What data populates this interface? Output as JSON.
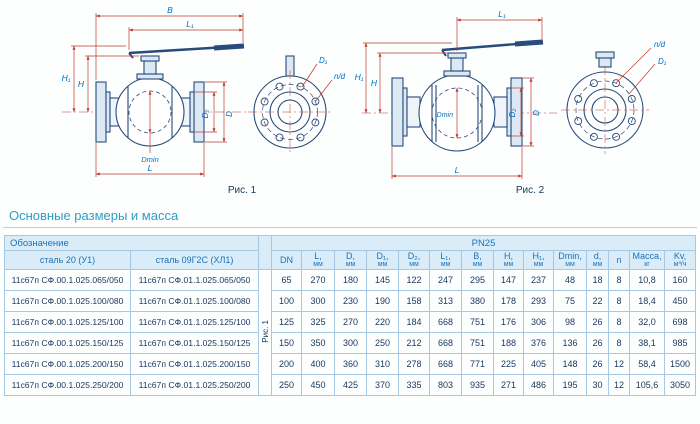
{
  "figures": {
    "fig1": {
      "caption": "Рис. 1",
      "labels": {
        "B": "B",
        "L1": "L₁",
        "H": "H",
        "H1": "H₁",
        "D2": "D₂",
        "D": "D",
        "Dmin": "Dmin",
        "L": "L",
        "D1": "D₁",
        "nd": "n/d"
      }
    },
    "fig2": {
      "caption": "Рис. 2",
      "labels": {
        "L1": "L₁",
        "H": "H",
        "H1": "H₁",
        "D2": "D₂",
        "D": "D",
        "Dmin": "Dmin",
        "L": "L",
        "D1": "D₁",
        "nd": "n/d"
      }
    }
  },
  "section": {
    "title": "Основные размеры и масса"
  },
  "table": {
    "designation_header": "Обозначение",
    "steel20_header": "сталь 20 (У1)",
    "steel09_header": "сталь 09Г2С (ХЛ1)",
    "pn_header": "PN25",
    "fig_label": "Рис. 1",
    "columns": [
      {
        "key": "dn",
        "label": "DN",
        "unit": ""
      },
      {
        "key": "l",
        "label": "L,",
        "unit": "мм"
      },
      {
        "key": "d",
        "label": "D,",
        "unit": "мм"
      },
      {
        "key": "d1",
        "label": "D₁,",
        "unit": "мм"
      },
      {
        "key": "d2",
        "label": "D₂,",
        "unit": "мм"
      },
      {
        "key": "l1",
        "label": "L₁,",
        "unit": "мм"
      },
      {
        "key": "b",
        "label": "B,",
        "unit": "мм"
      },
      {
        "key": "h",
        "label": "H,",
        "unit": "мм"
      },
      {
        "key": "h1",
        "label": "H₁,",
        "unit": "мм"
      },
      {
        "key": "dmin",
        "label": "Dmin,",
        "unit": "мм"
      },
      {
        "key": "bolt_d",
        "label": "d,",
        "unit": "мм"
      },
      {
        "key": "n",
        "label": "n",
        "unit": ""
      },
      {
        "key": "mass",
        "label": "Масса,",
        "unit": "кг"
      },
      {
        "key": "kv",
        "label": "Kv,",
        "unit": "м³/ч"
      }
    ],
    "rows": [
      {
        "steel20": "11с67п СФ.00.1.025.065/050",
        "steel09": "11с67п СФ.01.1.025.065/050",
        "values": [
          "65",
          "270",
          "180",
          "145",
          "122",
          "247",
          "295",
          "147",
          "237",
          "48",
          "18",
          "8",
          "10,8",
          "160"
        ]
      },
      {
        "steel20": "11с67п СФ.00.1.025.100/080",
        "steel09": "11с67п СФ.01.1.025.100/080",
        "values": [
          "100",
          "300",
          "230",
          "190",
          "158",
          "313",
          "380",
          "178",
          "293",
          "75",
          "22",
          "8",
          "18,4",
          "450"
        ]
      },
      {
        "steel20": "11с67п СФ.00.1.025.125/100",
        "steel09": "11с67п СФ.01.1.025.125/100",
        "values": [
          "125",
          "325",
          "270",
          "220",
          "184",
          "668",
          "751",
          "176",
          "306",
          "98",
          "26",
          "8",
          "32,0",
          "698"
        ]
      },
      {
        "steel20": "11с67п СФ.00.1.025.150/125",
        "steel09": "11с67п СФ.01.1.025.150/125",
        "values": [
          "150",
          "350",
          "300",
          "250",
          "212",
          "668",
          "751",
          "188",
          "376",
          "136",
          "26",
          "8",
          "38,1",
          "985"
        ]
      },
      {
        "steel20": "11с67п СФ.00.1.025.200/150",
        "steel09": "11с67п СФ.01.1.025.200/150",
        "values": [
          "200",
          "400",
          "360",
          "310",
          "278",
          "668",
          "771",
          "225",
          "405",
          "148",
          "26",
          "12",
          "58,4",
          "1500"
        ]
      },
      {
        "steel20": "11с67п СФ.00.1.025.250/200",
        "steel09": "11с67п СФ.01.1.025.250/200",
        "values": [
          "250",
          "450",
          "425",
          "370",
          "335",
          "803",
          "935",
          "271",
          "486",
          "195",
          "30",
          "12",
          "105,6",
          "3050"
        ]
      }
    ]
  },
  "colors": {
    "accent": "#1d72b8",
    "dim_line": "#c0392b",
    "dim_label": "#0070c0",
    "drawing_line": "#274b7a",
    "header_bg": "#d9ecf8",
    "border": "#a5c9e4",
    "title": "#2f9ec2",
    "text": "#17365d"
  }
}
